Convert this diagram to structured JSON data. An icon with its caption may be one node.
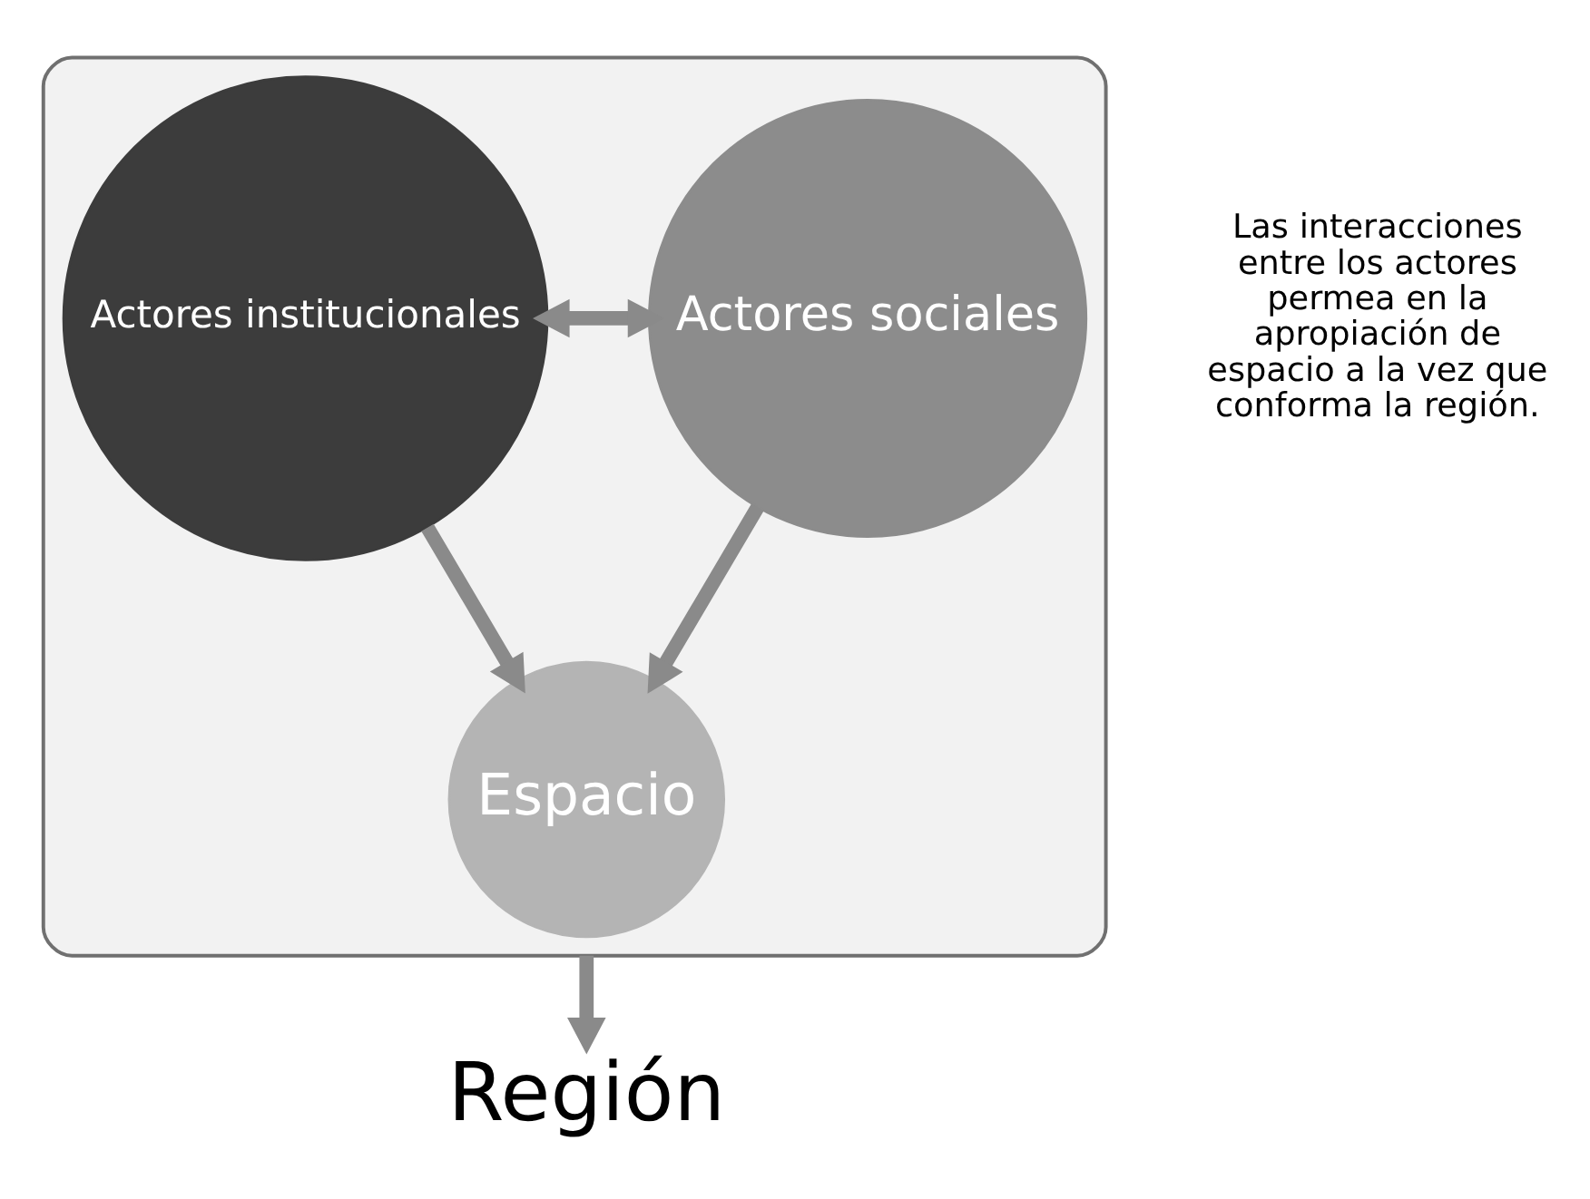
{
  "diagram": {
    "nodes": [
      {
        "text": [],
        "shape": "funnel"
      },
      {
        "text": [
          "Actores sociales"
        ],
        "in": 0
      },
      {
        "text": [
          "Actores institucionales"
        ],
        "in": 0
      },
      {
        "text": [
          "Espacio"
        ],
        "in": 0
      },
      {
        "text": [
          "Región"
        ]
      }
    ],
    "edges": [
      {
        "from": 1,
        "to": 2,
        "arrow": "both"
      },
      {
        "from": 1,
        "to": 3,
        "arrow": "to"
      },
      {
        "from": 2,
        "to": 3,
        "arrow": "to"
      },
      {
        "from": 0,
        "to": 4,
        "arrow": "to"
      }
    ],
    "labels": [
      "Las interacciones entre los actores permea en la apropiación de espacio a la vez que conforma la región."
    ]
  }
}
